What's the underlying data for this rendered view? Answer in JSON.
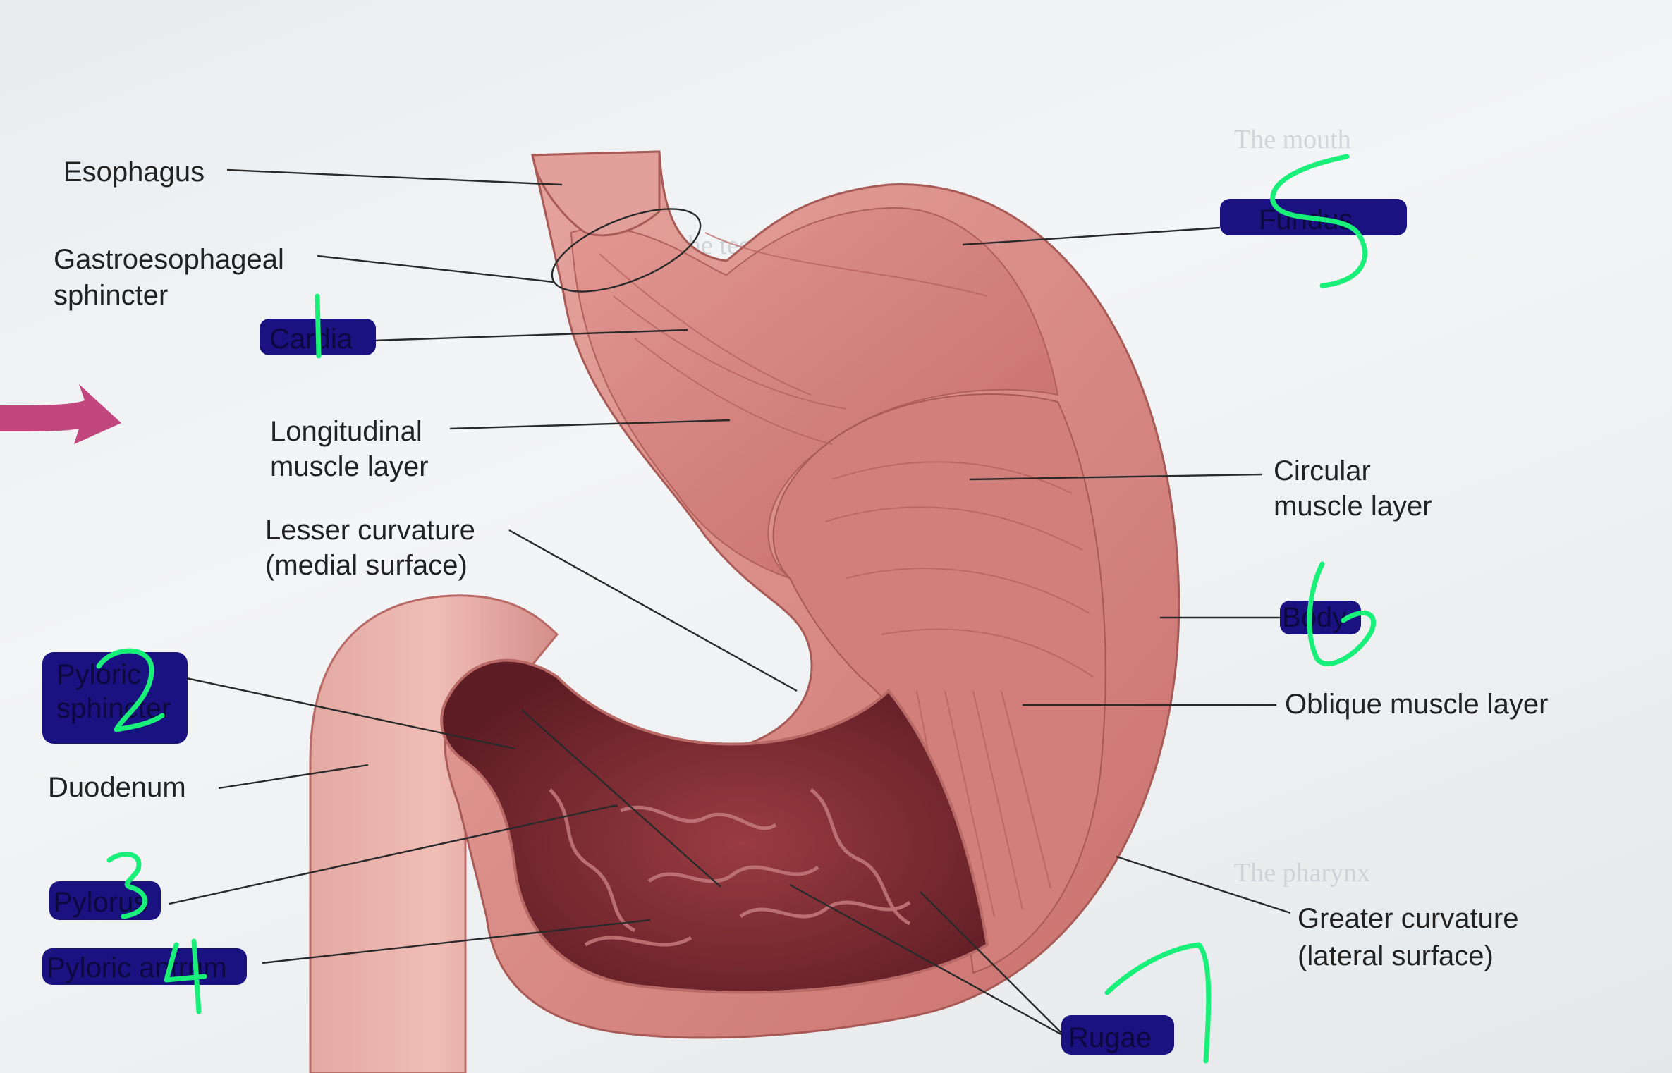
{
  "labels": {
    "esophagus": "Esophagus",
    "ge_sphincter_1": "Gastroesophageal",
    "ge_sphincter_2": "sphincter",
    "cardia": "Cardia",
    "longitudinal_1": "Longitudinal",
    "longitudinal_2": "muscle layer",
    "lesser_curv_1": "Lesser curvature",
    "lesser_curv_2": "(medial surface)",
    "pyloric_sphincter_1": "Pyloric",
    "pyloric_sphincter_2": "sphincter",
    "duodenum": "Duodenum",
    "pylorus": "Pylorus",
    "pyloric_antrum": "Pyloric antrum",
    "fundus": "Fundus",
    "circular_1": "Circular",
    "circular_2": "muscle layer",
    "body": "Body",
    "oblique": "Oblique muscle layer",
    "greater_curv_1": "Greater curvature",
    "greater_curv_2": "(lateral surface)",
    "rugae": "Rugae"
  },
  "handwritten_numbers": [
    "1",
    "2",
    "3",
    "4",
    "5",
    "6",
    "7"
  ],
  "colors": {
    "marker": "#1a1280",
    "ink": "#19f07a",
    "arrow": "#c2477f",
    "stomach_outer": "#d98b86",
    "stomach_inner": "#7a2a30"
  }
}
